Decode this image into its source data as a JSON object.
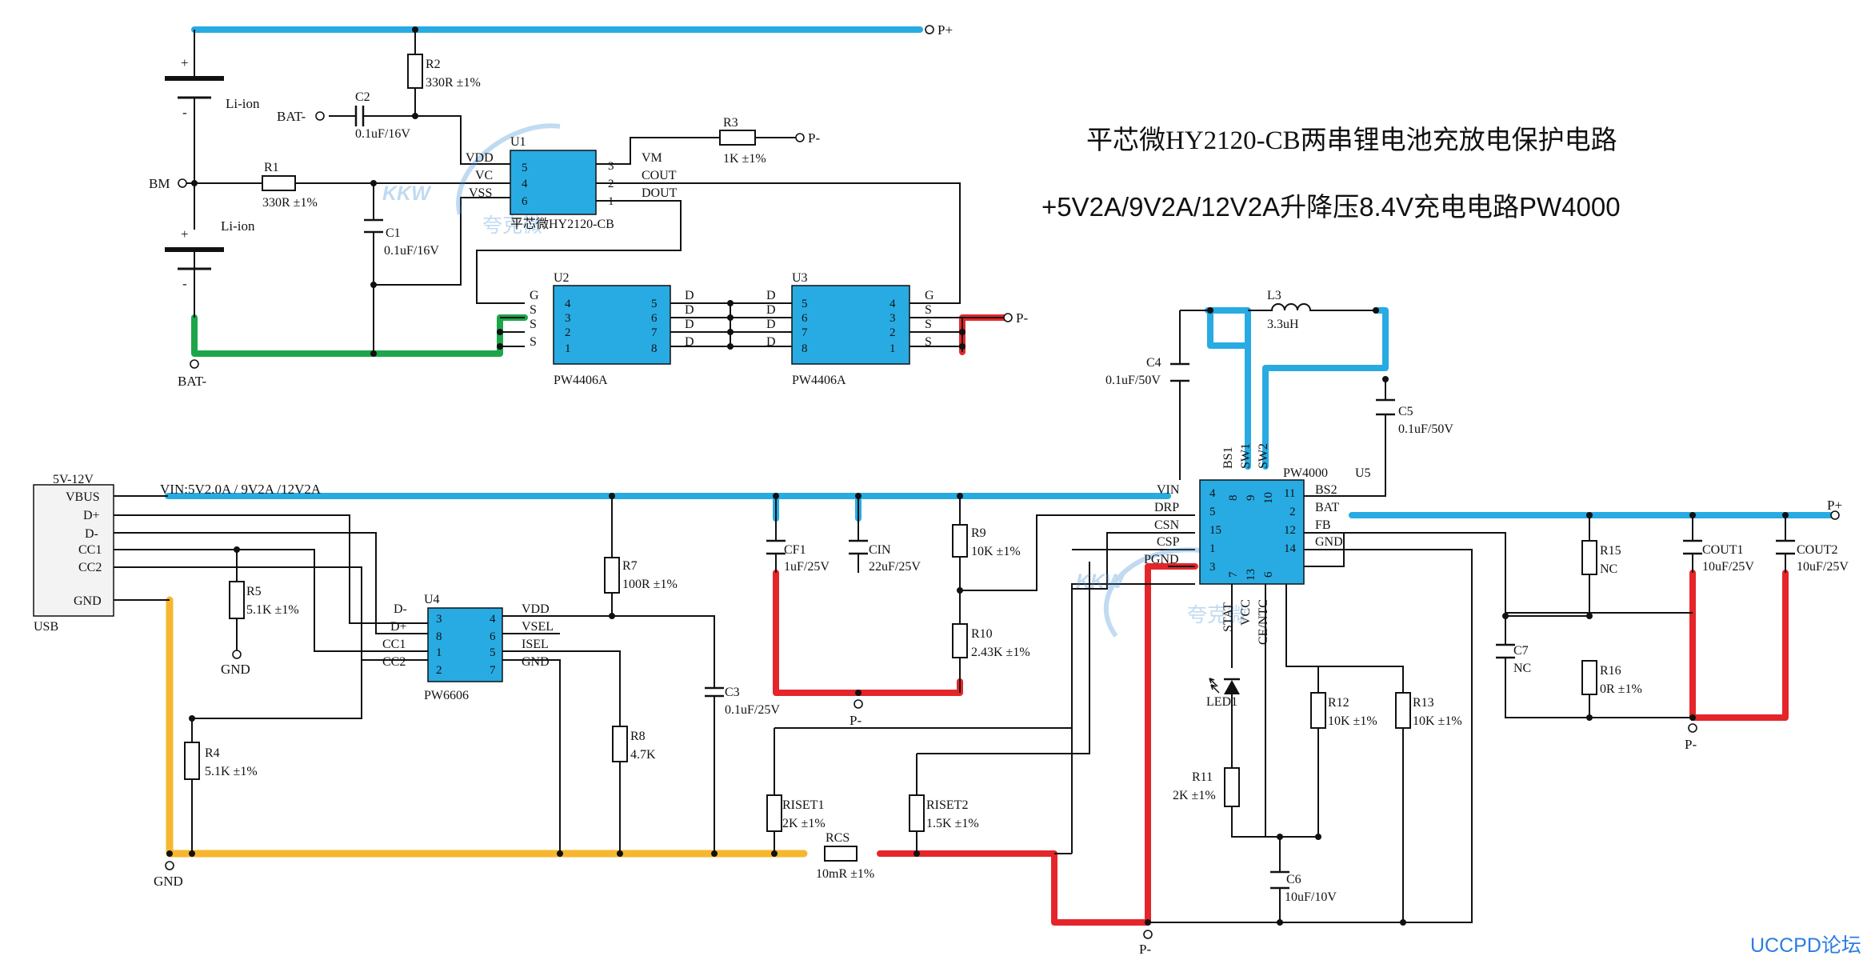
{
  "titles": {
    "line1": "平芯微HY2120-CB两串锂电池充放电保护电路",
    "line2": "+5V2A/9V2A/12V2A升降压8.4V充电电路PW4000"
  },
  "watermarks": {
    "logo_text": "KKW",
    "logo_sub": "夸克微",
    "forum": "UCCPD论坛"
  },
  "colors": {
    "highlight_blue": "#28abe3",
    "highlight_green": "#1da54a",
    "highlight_red": "#e4262a",
    "highlight_yellow": "#f6b72e",
    "ic_fill": "#28abe3",
    "watermark_blue": "#3d8fd6",
    "forum_text": "#2a7de1"
  },
  "nets": {
    "p_plus_top": "P+",
    "p_minus_u1": "P-",
    "p_minus_u3": "P-",
    "bat_minus_in": "BAT-",
    "bm": "BM",
    "bat_minus_bottom": "BAT-",
    "p_plus_right": "P+",
    "p_minus_cf1": "P-",
    "p_minus_cout": "P-",
    "p_minus_bottom": "P-",
    "gnd_r5": "GND",
    "gnd_bottom": "GND",
    "vin_label": "VIN:5V2.0A / 9V2A /12V2A"
  },
  "battery": {
    "top_label": "Li-ion",
    "bottom_label": "Li-ion",
    "plus": "+",
    "minus": "-"
  },
  "components": {
    "R1": {
      "ref": "R1",
      "value": "330R ±1%"
    },
    "R2": {
      "ref": "R2",
      "value": "330R ±1%"
    },
    "R3": {
      "ref": "R3",
      "value": "1K ±1%"
    },
    "C1": {
      "ref": "C1",
      "value": "0.1uF/16V"
    },
    "C2": {
      "ref": "C2",
      "value": "0.1uF/16V"
    },
    "R4": {
      "ref": "R4",
      "value": "5.1K ±1%"
    },
    "R5": {
      "ref": "R5",
      "value": "5.1K ±1%"
    },
    "R7": {
      "ref": "R7",
      "value": "100R ±1%"
    },
    "R8": {
      "ref": "R8",
      "value": "4.7K"
    },
    "C3": {
      "ref": "C3",
      "value": "0.1uF/25V"
    },
    "CF1": {
      "ref": "CF1",
      "value": "1uF/25V"
    },
    "CIN": {
      "ref": "CIN",
      "value": "22uF/25V"
    },
    "R9": {
      "ref": "R9",
      "value": "10K ±1%"
    },
    "R10": {
      "ref": "R10",
      "value": "2.43K ±1%"
    },
    "RISET1": {
      "ref": "RISET1",
      "value": "2K ±1%"
    },
    "RISET2": {
      "ref": "RISET2",
      "value": "1.5K ±1%"
    },
    "RCS": {
      "ref": "RCS",
      "value": "10mR ±1%"
    },
    "L3": {
      "ref": "L3",
      "value": "3.3uH"
    },
    "C4": {
      "ref": "C4",
      "value": "0.1uF/50V"
    },
    "C5": {
      "ref": "C5",
      "value": "0.1uF/50V"
    },
    "R11": {
      "ref": "R11",
      "value": "2K ±1%"
    },
    "LED1": {
      "ref": "LED1"
    },
    "C6": {
      "ref": "C6",
      "value": "10uF/10V"
    },
    "R12": {
      "ref": "R12",
      "value": "10K ±1%"
    },
    "R13": {
      "ref": "R13",
      "value": "10K ±1%"
    },
    "R15": {
      "ref": "R15",
      "value": "NC"
    },
    "R16": {
      "ref": "R16",
      "value": "0R ±1%"
    },
    "C7": {
      "ref": "C7",
      "value": "NC"
    },
    "COUT1": {
      "ref": "COUT1",
      "value": "10uF/25V"
    },
    "COUT2": {
      "ref": "COUT2",
      "value": "10uF/25V"
    }
  },
  "ics": {
    "U1": {
      "ref": "U1",
      "part": "平芯微HY2120-CB",
      "left_pins": [
        {
          "name": "VDD",
          "num": "5"
        },
        {
          "name": "VC",
          "num": "4"
        },
        {
          "name": "VSS",
          "num": "6"
        }
      ],
      "right_pins": [
        {
          "name": "VM",
          "num": "3"
        },
        {
          "name": "COUT",
          "num": "2"
        },
        {
          "name": "DOUT",
          "num": "1"
        }
      ]
    },
    "U2": {
      "ref": "U2",
      "part": "PW4406A",
      "left_pins": [
        {
          "name": "G",
          "num": "4"
        },
        {
          "name": "S",
          "num": "3"
        },
        {
          "name": "S",
          "num": "2"
        },
        {
          "name": "S",
          "num": "1"
        }
      ],
      "right_pins": [
        {
          "name": "D",
          "num": "5"
        },
        {
          "name": "D",
          "num": "6"
        },
        {
          "name": "D",
          "num": "7"
        },
        {
          "name": "D",
          "num": "8"
        }
      ]
    },
    "U3": {
      "ref": "U3",
      "part": "PW4406A",
      "left_pins": [
        {
          "name": "D",
          "num": "5"
        },
        {
          "name": "D",
          "num": "6"
        },
        {
          "name": "D",
          "num": "7"
        },
        {
          "name": "D",
          "num": "8"
        }
      ],
      "right_pins": [
        {
          "name": "G",
          "num": "4"
        },
        {
          "name": "S",
          "num": "3"
        },
        {
          "name": "S",
          "num": "2"
        },
        {
          "name": "S",
          "num": "1"
        }
      ]
    },
    "U4": {
      "ref": "U4",
      "part": "PW6606",
      "left_pins": [
        {
          "name": "D-",
          "num": "3"
        },
        {
          "name": "D+",
          "num": "8"
        },
        {
          "name": "CC1",
          "num": "1"
        },
        {
          "name": "CC2",
          "num": "2"
        }
      ],
      "right_pins": [
        {
          "name": "VDD",
          "num": "4"
        },
        {
          "name": "VSEL",
          "num": "6"
        },
        {
          "name": "ISEL",
          "num": "5"
        },
        {
          "name": "GND",
          "num": "7"
        }
      ]
    },
    "U5": {
      "ref": "U5",
      "part": "PW4000",
      "left_pins": [
        {
          "name": "VIN",
          "num": "4"
        },
        {
          "name": "DRP",
          "num": "5"
        },
        {
          "name": "CSN",
          "num": "15"
        },
        {
          "name": "CSP",
          "num": "1"
        },
        {
          "name": "PGND",
          "num": "3"
        }
      ],
      "right_pins": [
        {
          "name": "BS2",
          "num": "11"
        },
        {
          "name": "BAT",
          "num": "2"
        },
        {
          "name": "FB",
          "num": "12"
        },
        {
          "name": "GND",
          "num": "14"
        }
      ],
      "top_pins": [
        {
          "name": "BS1",
          "num": "8"
        },
        {
          "name": "SW1",
          "num": "9"
        },
        {
          "name": "SW2",
          "num": "10"
        }
      ],
      "bottom_pins": [
        {
          "name": "STAT",
          "num": "7"
        },
        {
          "name": "VCC",
          "num": "13"
        },
        {
          "name": "CE/NTC",
          "num": "6"
        }
      ]
    }
  },
  "usb": {
    "label": "USB",
    "voltage": "5V-12V",
    "pins": [
      "VBUS",
      "D+",
      "D-",
      "CC1",
      "CC2",
      "GND"
    ]
  }
}
